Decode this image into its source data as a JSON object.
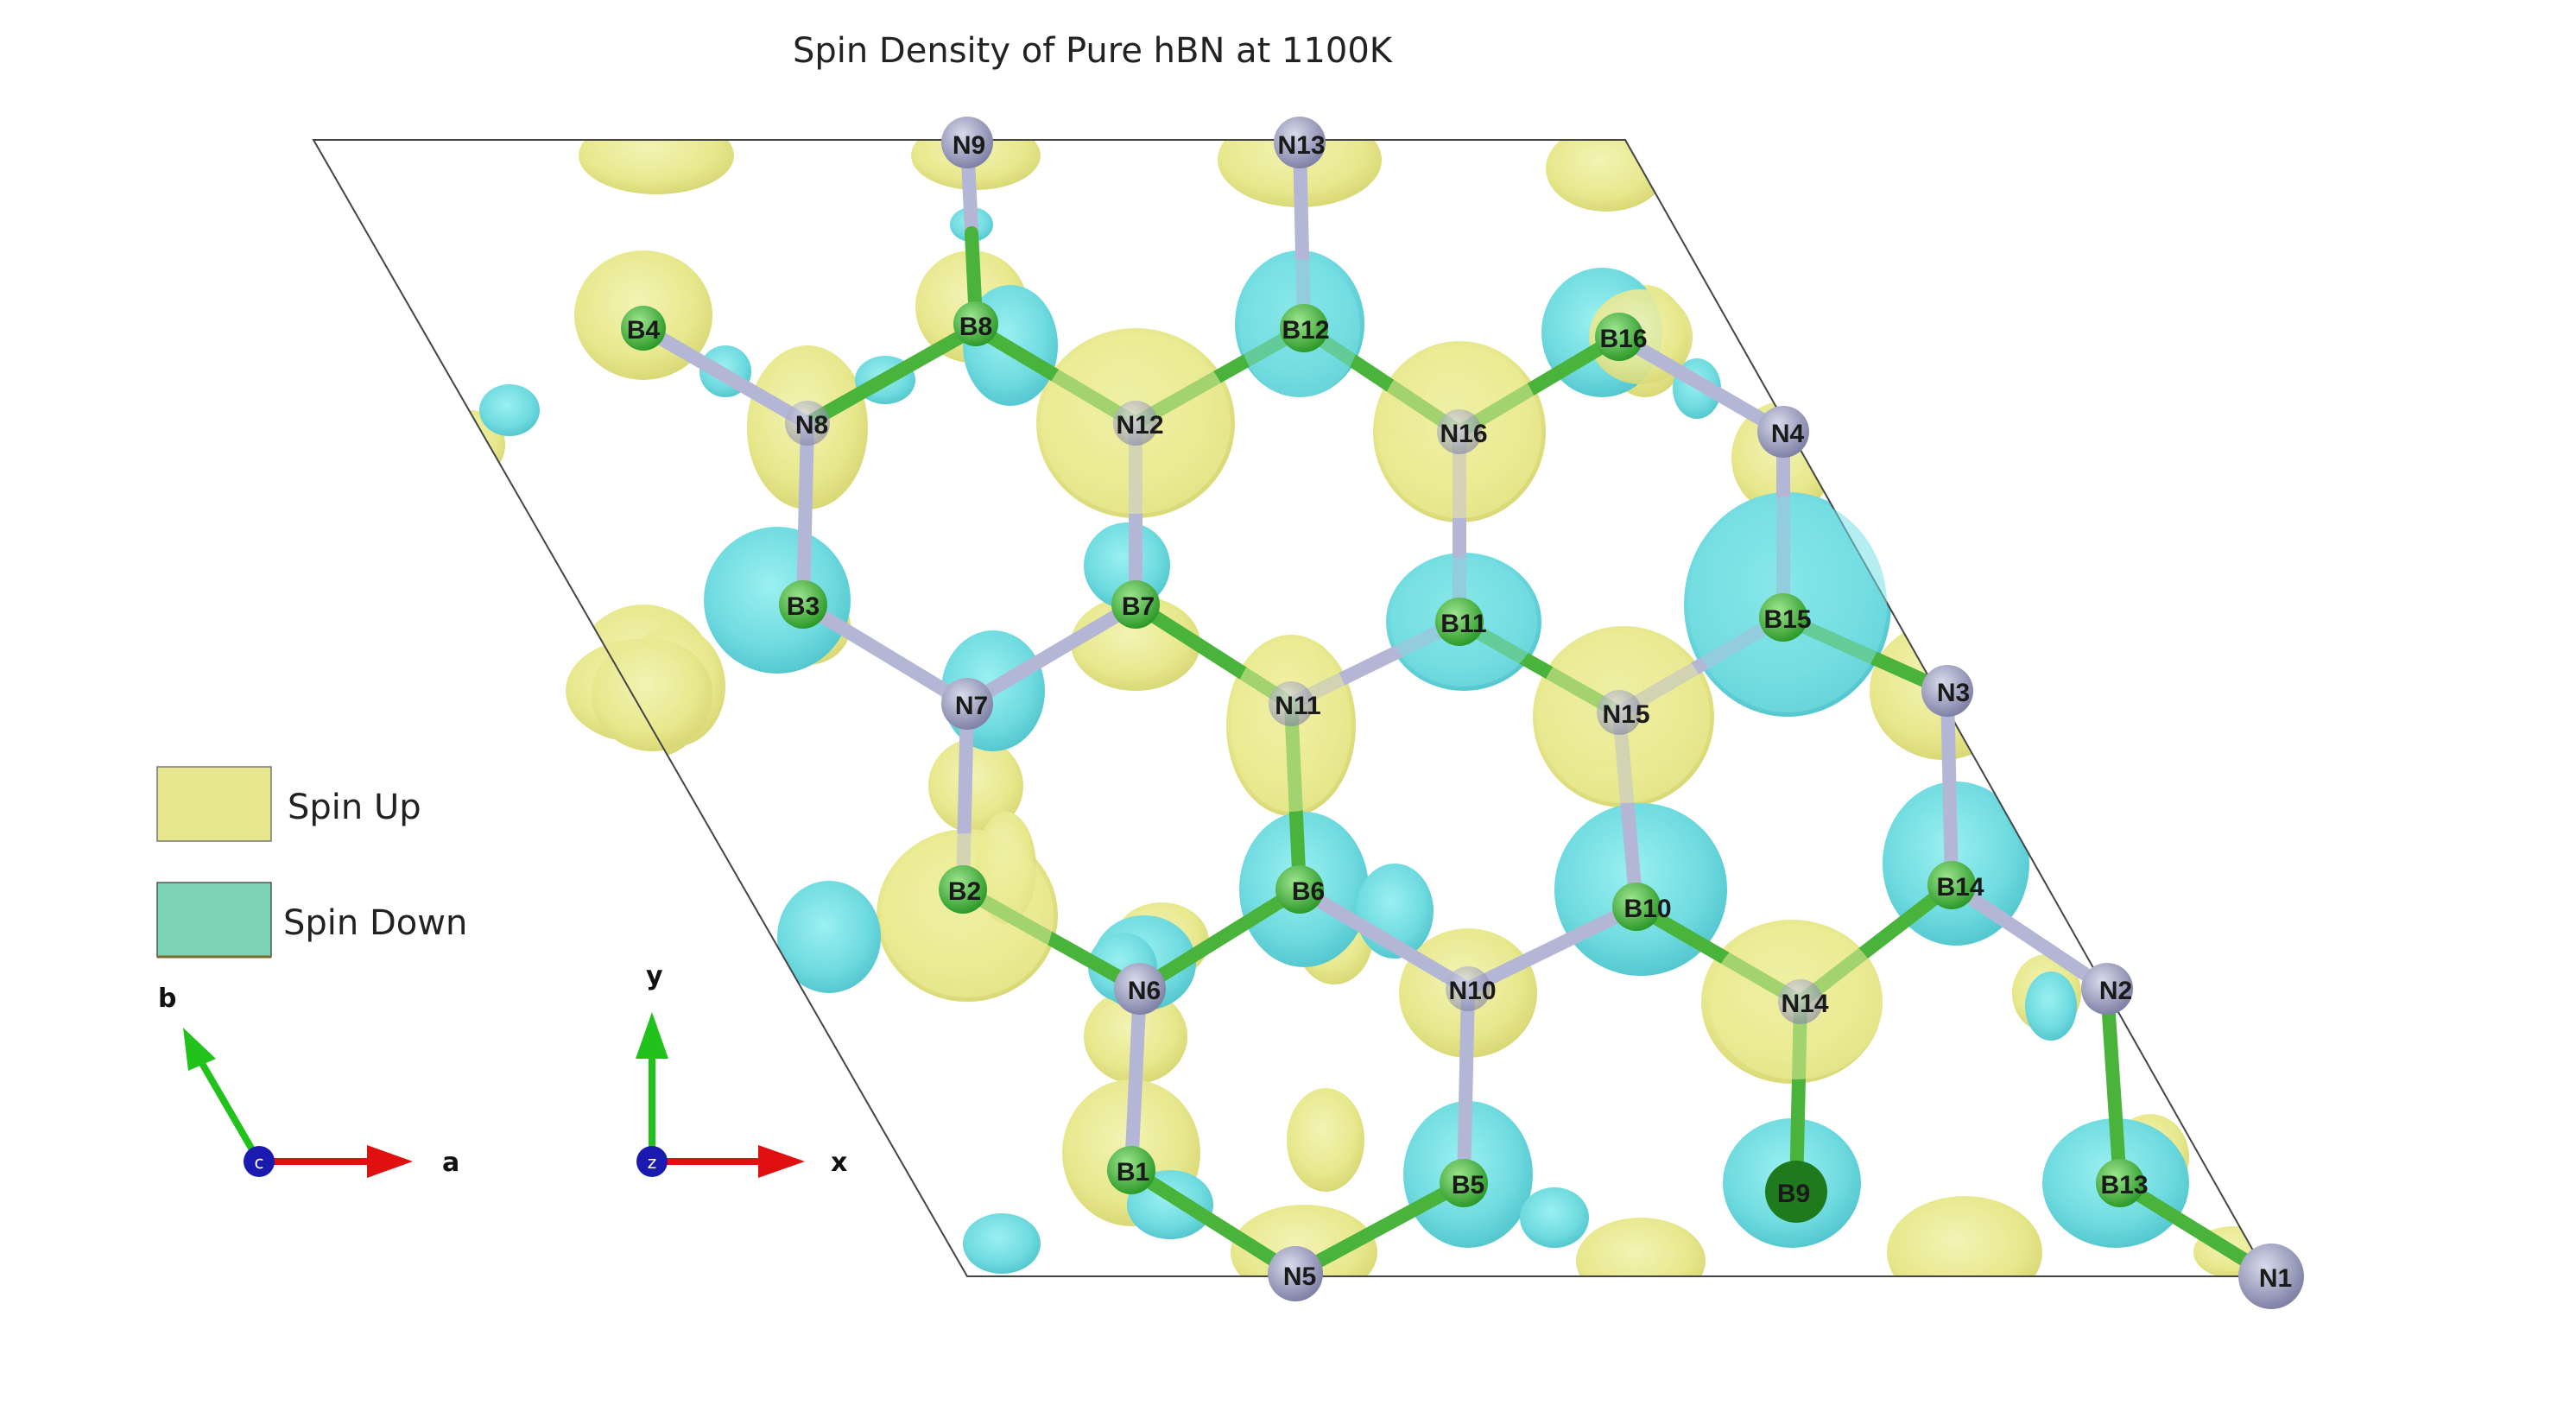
{
  "title": "Spin Density of Pure hBN at 1100K",
  "legend": [
    {
      "label": "Spin Up",
      "color": "#e6e68c"
    },
    {
      "label": "Spin Down",
      "color": "#7dd3b6"
    }
  ],
  "colors": {
    "spin_up": "#ecec97",
    "spin_down": "#79e0e3",
    "boron": "#5fcf5a",
    "nitrogen": "#a3a6c4",
    "bond_b": "#4ab33c",
    "bond_n": "#b4b6d6",
    "cell": "#444444",
    "axis_a": "#e01010",
    "axis_b": "#21c21c",
    "axis_c": "#1a1ab0"
  },
  "atoms": {
    "N9": "N9",
    "N13": "N13",
    "B4": "B4",
    "B8": "B8",
    "B12": "B12",
    "B16": "B16",
    "N8": "N8",
    "N12": "N12",
    "N16": "N16",
    "N4": "N4",
    "B3": "B3",
    "B7": "B7",
    "B11": "B11",
    "B15": "B15",
    "N7": "N7",
    "N11": "N11",
    "N15": "N15",
    "N3": "N3",
    "B2": "B2",
    "B6": "B6",
    "B10": "B10",
    "B14": "B14",
    "N6": "N6",
    "N10": "N10",
    "N14": "N14",
    "N2": "N2",
    "B1": "B1",
    "B5": "B5",
    "B9": "B9",
    "B13": "B13",
    "N5": "N5",
    "N1": "N1"
  },
  "axes_lattice": {
    "b": "b",
    "a": "a",
    "c": "c"
  },
  "axes_cartesian": {
    "y": "y",
    "x": "x",
    "z": "z"
  }
}
